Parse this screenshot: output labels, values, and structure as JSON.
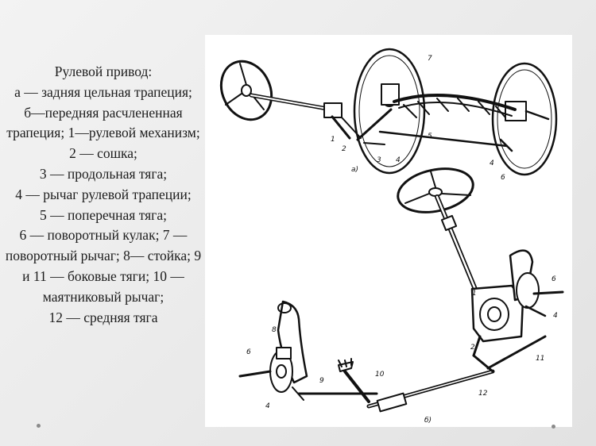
{
  "caption": {
    "title": "Рулевой привод:",
    "lines": [
      "а — задняя цельная трапеция;",
      "б—передняя расчлененная трапеция; 1—рулевой механизм;",
      "2 — сошка;",
      "3 — продольная тяга;",
      "4 — рычаг рулевой трапеции;",
      "5 — поперечная тяга;",
      "6 — поворотный кулак; 7 — поворотный рычаг; 8— стойка; 9 и 11 — боковые тяги; 10 — маятниковый рычаг;",
      "12 — средняя тяга"
    ]
  },
  "figure": {
    "label_a": "а)",
    "label_b": "б)",
    "top_labels": [
      "1",
      "2",
      "3",
      "4",
      "5",
      "4",
      "6",
      "7"
    ],
    "bottom_labels": [
      "1",
      "6",
      "4",
      "2",
      "11",
      "12",
      "10",
      "9",
      "8",
      "6",
      "4"
    ]
  }
}
